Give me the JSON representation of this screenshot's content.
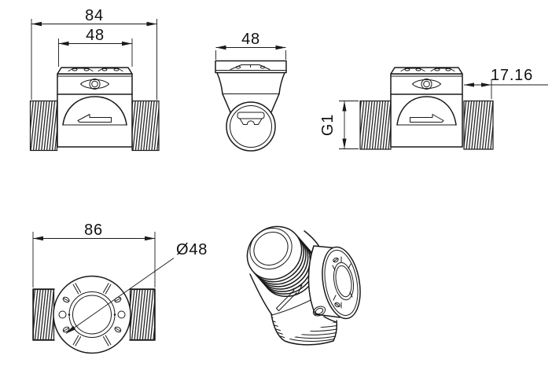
{
  "colors": {
    "background": "#ffffff",
    "line": "#1a1a1a"
  },
  "views": {
    "front": {
      "dim_overall_width": "84",
      "dim_body_width": "48"
    },
    "side": {
      "dim_width": "48"
    },
    "right_side": {
      "dim_thread_length": "17.16",
      "dim_thread_size": "G1"
    },
    "bottom": {
      "dim_overall_length": "86",
      "dim_flange_diameter": "Ø48"
    }
  }
}
